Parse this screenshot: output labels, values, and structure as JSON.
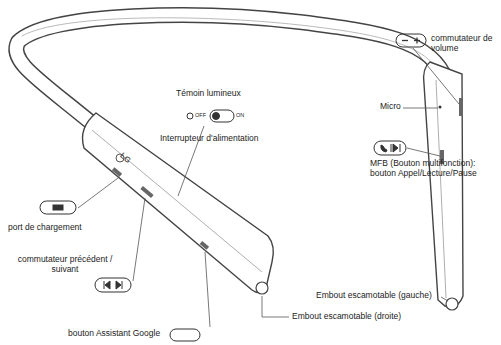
{
  "diagram": {
    "labels": [
      "Témoin lumineux",
      "OFF",
      "ON",
      "Interrupteur d'alimentation",
      "LG",
      "port de chargement",
      "commutateur précédent / suivant",
      "bouton Assistant Google",
      "commutateur de volume",
      "Micro",
      "MFB (Bouton multifonction): bouton Appel/Lecture/Pause",
      "Embout escamotable (gauche)",
      "Embout escamotable (droite)"
    ]
  }
}
